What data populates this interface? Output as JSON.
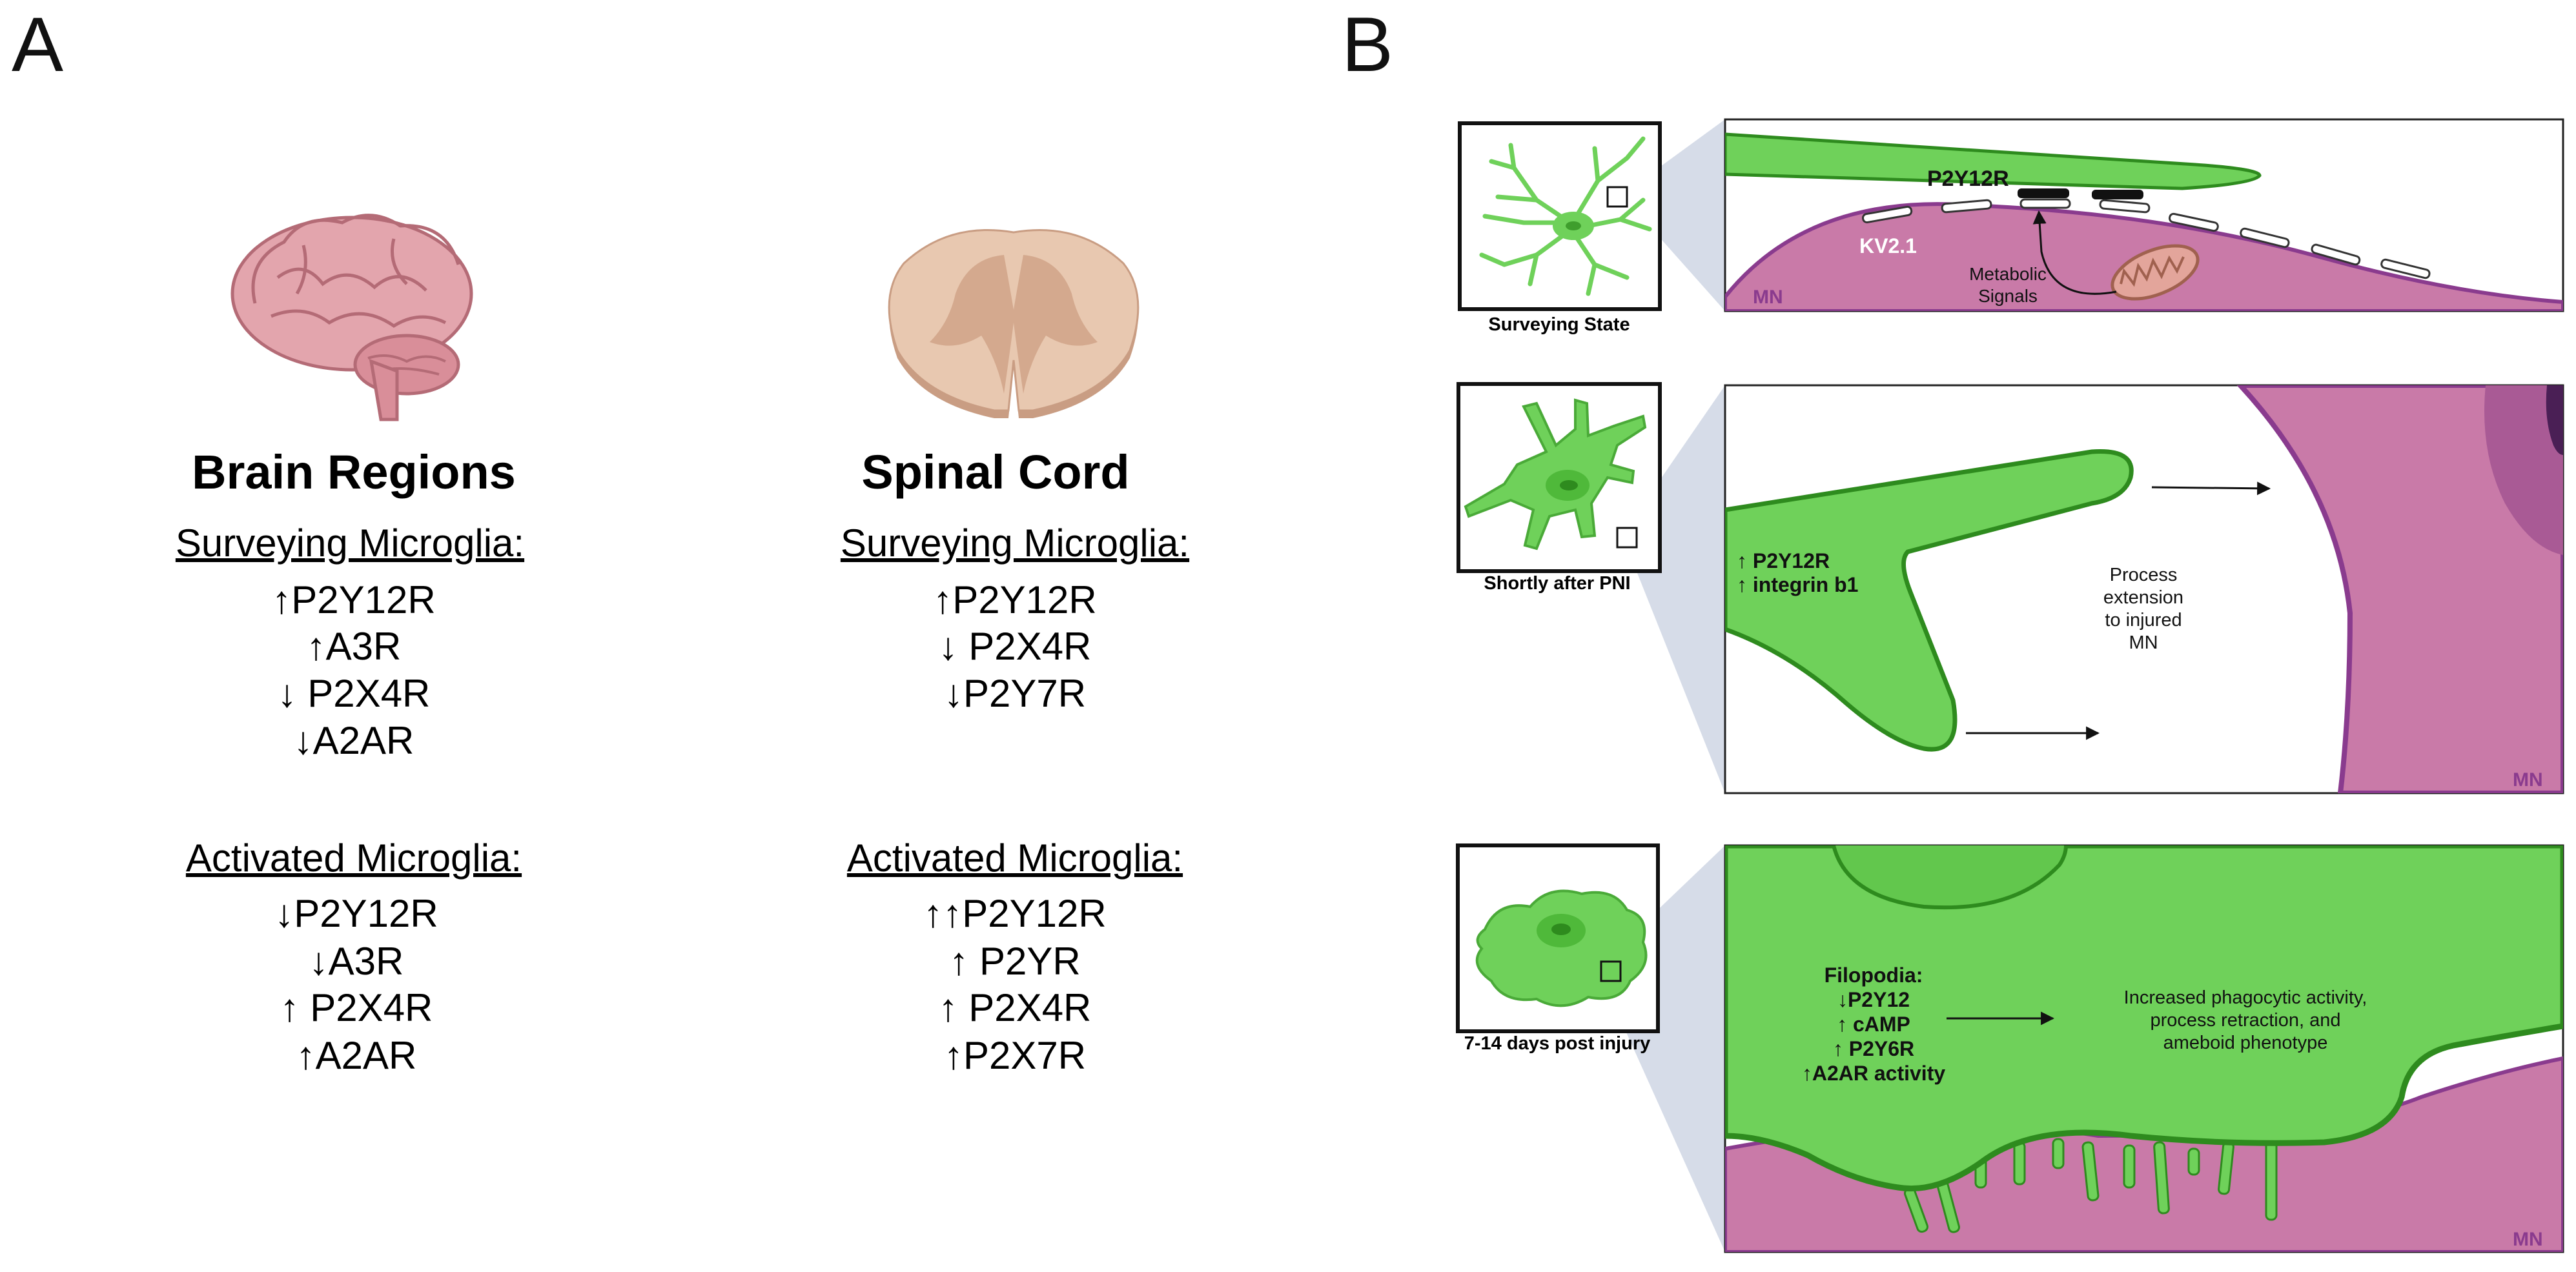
{
  "panel_a": {
    "letter": "A",
    "brain": {
      "title": "Brain Regions",
      "surveying": {
        "heading": "Surveying Microglia:",
        "lines": [
          "↑P2Y12R",
          "↑A3R",
          "↓ P2X4R",
          "↓A2AR"
        ]
      },
      "activated": {
        "heading": "Activated Microglia:",
        "lines": [
          "↓P2Y12R",
          "↓A3R",
          "↑ P2X4R",
          "↑A2AR"
        ]
      }
    },
    "spinal": {
      "title": "Spinal Cord",
      "surveying": {
        "heading": "Surveying Microglia:",
        "lines": [
          "↑P2Y12R",
          "↓ P2X4R",
          "↓P2Y7R"
        ]
      },
      "activated": {
        "heading": "Activated Microglia:",
        "lines": [
          "↑↑P2Y12R",
          "↑ P2YR",
          "↑ P2X4R",
          "↑P2X7R"
        ]
      }
    }
  },
  "panel_b": {
    "letter": "B",
    "surveying_state": {
      "caption": "Surveying State",
      "receptor_label": "P2Y12R",
      "channel_label": "KV2.1",
      "signal_label_1": "Metabolic",
      "signal_label_2": "Signals",
      "mn_label": "MN"
    },
    "after_pni": {
      "caption": "Shortly after PNI",
      "marker_1": "↑ P2Y12R",
      "marker_2": "↑ integrin b1",
      "process_label_1": "Process",
      "process_label_2": "extension",
      "process_label_3": "to injured",
      "process_label_4": "MN",
      "mn_label": "MN"
    },
    "post_injury": {
      "caption": "7-14 days post injury",
      "filopodia_title": "Filopodia:",
      "filopodia_lines": [
        "↓P2Y12",
        "↑ cAMP",
        "↑ P2Y6R",
        "↑A2AR activity"
      ],
      "outcome_1": "Increased phagocytic activity,",
      "outcome_2": "process retraction, and",
      "outcome_3": "ameboid phenotype",
      "mn_label": "MN"
    }
  },
  "colors": {
    "microglia_green": "#6fd15a",
    "microglia_dark": "#2e8b1e",
    "neuron_pink": "#c97aa8",
    "neuron_border": "#8a3b8e",
    "zoom_shade": "#d6dce8",
    "brain_pink": "#e3a5ad",
    "spinal_tan": "#e8c8b0"
  }
}
